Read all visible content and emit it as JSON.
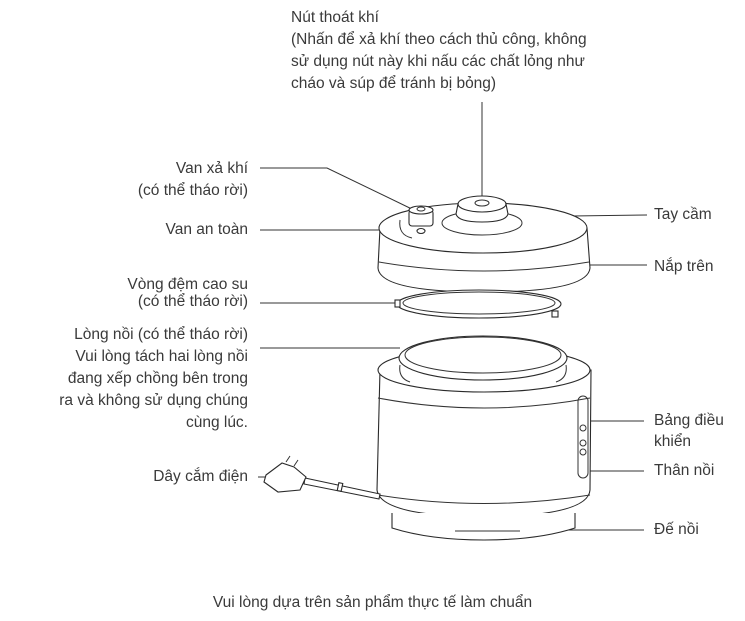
{
  "labels": {
    "pressure_release_button": {
      "title": "Nút thoát khí",
      "lines": [
        "(Nhấn để xả khí theo cách thủ công, không",
        "sử dụng nút này khi nấu các chất lỏng như",
        "cháo và súp để tránh bị bỏng)"
      ]
    },
    "exhaust_valve": {
      "lines": [
        "Van xả khí",
        "(có thể tháo rời)"
      ]
    },
    "safety_valve": "Van an toàn",
    "rubber_gasket": {
      "lines": [
        "Vòng đệm cao su",
        "(có thể tháo rời)"
      ]
    },
    "inner_pot": {
      "lines": [
        "Lòng nồi (có thể tháo rời)",
        "Vui lòng tách hai lòng nồi",
        "đang xếp chồng bên trong",
        "ra và không sử dụng chúng",
        "cùng lúc."
      ]
    },
    "power_cord": "Dây cắm điện",
    "handle": "Tay cầm",
    "top_lid": "Nắp trên",
    "control_panel": {
      "lines": [
        "Bảng điều",
        "khiển"
      ]
    },
    "body": "Thân nồi",
    "base": "Đế nồi"
  },
  "footer_note": "Vui lòng dựa trên sản phẩm thực tế làm chuẩn"
}
